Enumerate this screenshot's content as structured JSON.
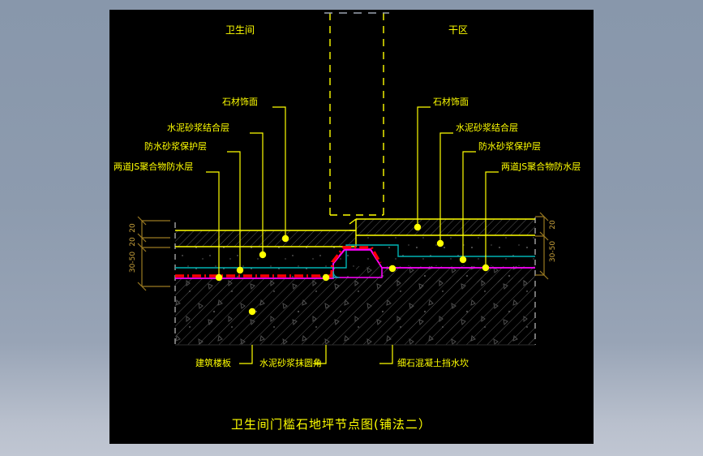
{
  "drawing": {
    "title": "卫生间门槛石地坪节点图(铺法二）",
    "zone_labels": {
      "left": "卫生间",
      "right": "干区"
    },
    "left_annotations": [
      "石材饰面",
      "水泥砂浆结合层",
      "防水砂浆保护层",
      "两道JS聚合物防水层"
    ],
    "right_annotations": [
      "石材饰面",
      "水泥砂浆结合层",
      "防水砂浆保护层",
      "两道JS聚合物防水层"
    ],
    "bottom_annotations": [
      "建筑楼板",
      "水泥砂浆抹圆角",
      "细石混凝土挡水坎"
    ],
    "dimensions_left": [
      "20",
      "20",
      "30-50"
    ],
    "dimensions_right": [
      "20",
      "30-50"
    ],
    "colors": {
      "background": "#000000",
      "annotation": "#ffff00",
      "dimension": "#caa33c",
      "waterproof_membrane": "#ff0000",
      "mortar_protect": "#ff00ff",
      "bond_layer": "#00a8a8",
      "hatch": "#606060",
      "canvas_edge": "#909090"
    }
  },
  "viewer": {
    "scrollbar": "horizontal-scrollbar"
  }
}
